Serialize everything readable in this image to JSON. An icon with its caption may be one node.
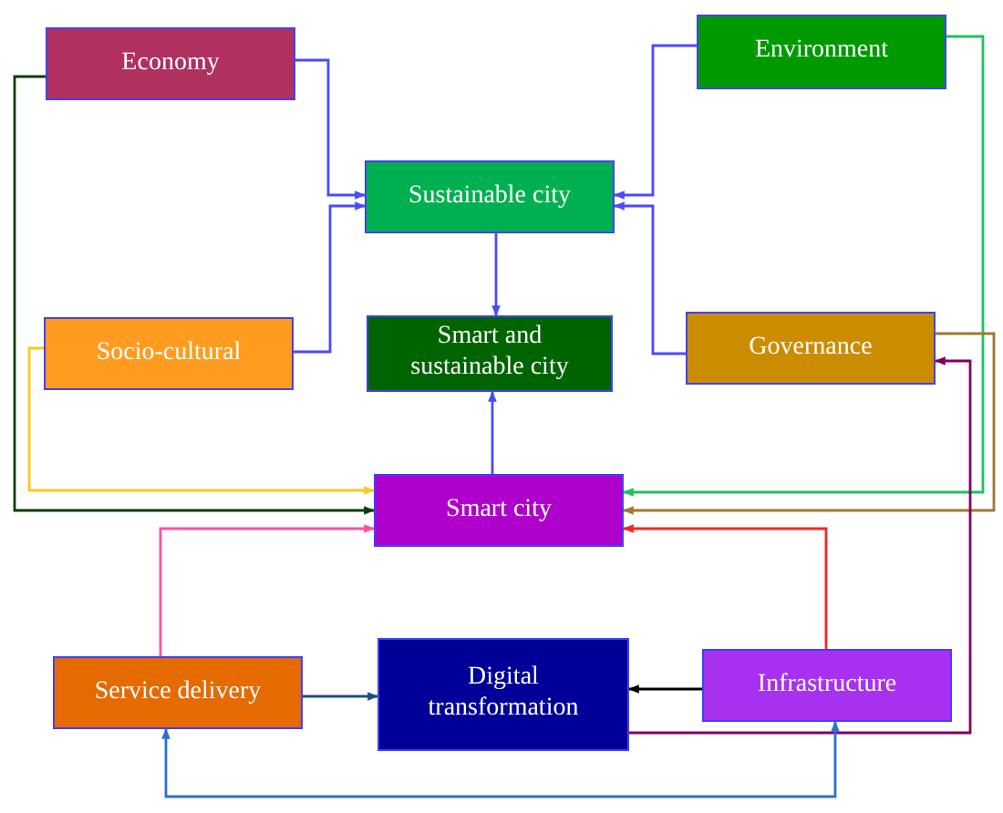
{
  "diagram": {
    "nodes": [
      {
        "text": [
          "Economy"
        ]
      },
      {
        "text": [
          "Environment"
        ]
      },
      {
        "text": [
          "Sustainable city"
        ]
      },
      {
        "text": [
          "Socio-cultural"
        ]
      },
      {
        "text": [
          "Smart and sustainable city"
        ]
      },
      {
        "text": [
          "Governance"
        ]
      },
      {
        "text": [
          "Smart city"
        ]
      },
      {
        "text": [
          "Service delivery"
        ]
      },
      {
        "text": [
          "Digital transformation"
        ]
      },
      {
        "text": [
          "Infrastructure"
        ]
      }
    ],
    "edges": [
      {
        "from": 0,
        "to": 2,
        "arrow": "to"
      },
      {
        "from": 3,
        "to": 2,
        "arrow": "to"
      },
      {
        "from": 1,
        "to": 2,
        "arrow": "to"
      },
      {
        "from": 5,
        "to": 2,
        "arrow": "to"
      },
      {
        "from": 2,
        "to": 4,
        "arrow": "to"
      },
      {
        "from": 6,
        "to": 4,
        "arrow": "to"
      },
      {
        "from": 0,
        "to": 6,
        "arrow": "to",
        "color": "#0b3d0b"
      },
      {
        "from": 3,
        "to": 6,
        "arrow": "to",
        "color": "#ffc820"
      },
      {
        "from": 1,
        "to": 6,
        "arrow": "to",
        "color": "#20c060"
      },
      {
        "from": 5,
        "to": 6,
        "arrow": "to",
        "color": "#a07830"
      },
      {
        "from": 7,
        "to": 6,
        "arrow": "to",
        "color": "#ff4fa0"
      },
      {
        "from": 9,
        "to": 6,
        "arrow": "to",
        "color": "#ff2020"
      },
      {
        "from": 7,
        "to": 8,
        "arrow": "to",
        "color": "#1f4e79"
      },
      {
        "from": 9,
        "to": 8,
        "arrow": "to",
        "color": "#000000"
      },
      {
        "from": 8,
        "to": 5,
        "arrow": "to",
        "color": "#800060"
      },
      {
        "from": 7,
        "to": 9,
        "arrow": "both",
        "color": "#2a70d0"
      }
    ]
  }
}
